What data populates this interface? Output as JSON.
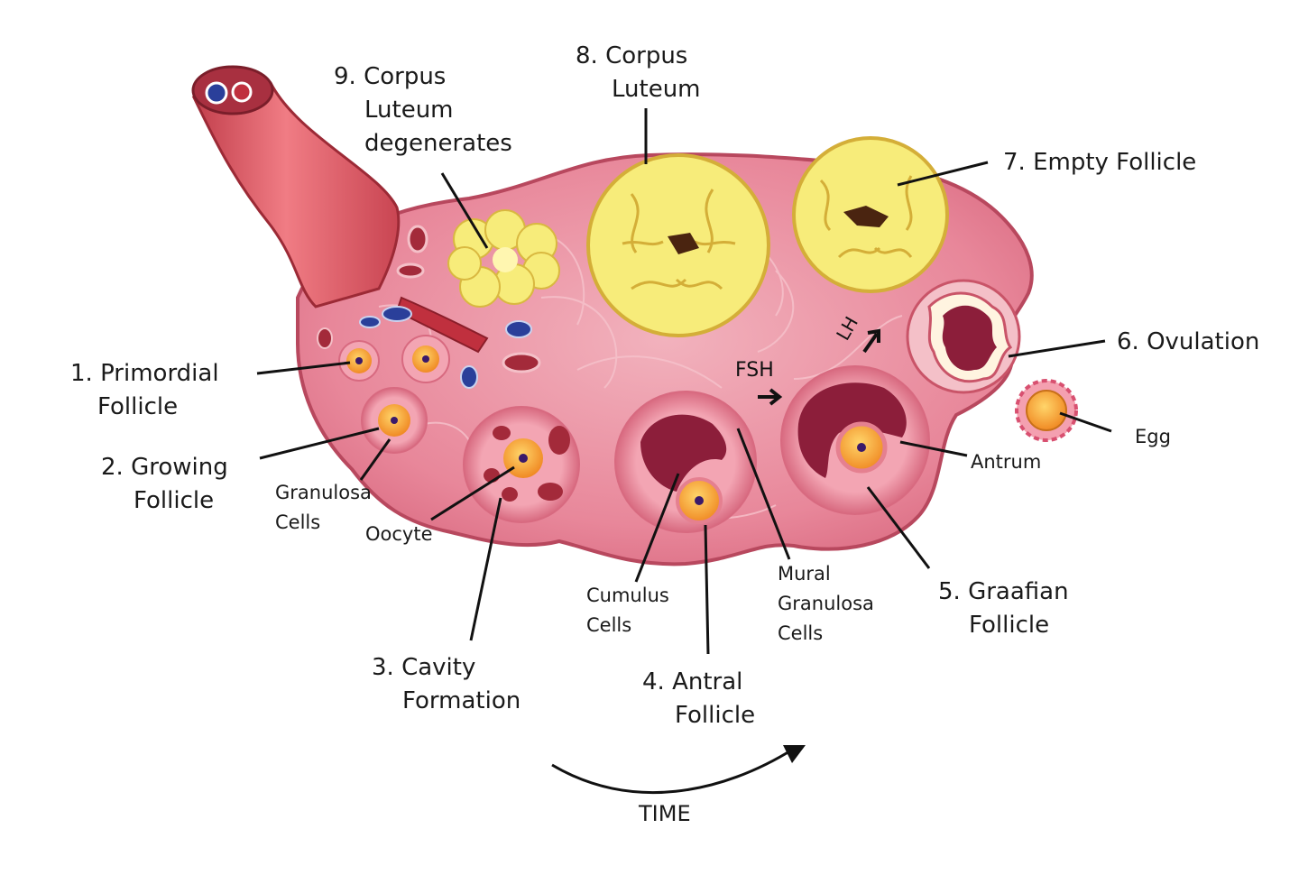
{
  "labels": {
    "primordial": [
      "1. Primordial",
      "Follicle"
    ],
    "growing": [
      "2. Growing",
      "Follicle"
    ],
    "cavity": [
      "3. Cavity",
      "Formation"
    ],
    "antral": [
      "4. Antral",
      "Follicle"
    ],
    "graafian": [
      "5. Graafian",
      "Follicle"
    ],
    "ovulation": "6. Ovulation",
    "empty": "7. Empty Follicle",
    "corpus_luteum": [
      "8. Corpus",
      "Luteum"
    ],
    "corpus_degenerates": [
      "9. Corpus",
      "Luteum",
      "degenerates"
    ],
    "granulosa": [
      "Granulosa",
      "Cells"
    ],
    "oocyte": "Oocyte",
    "cumulus": [
      "Cumulus",
      "Cells"
    ],
    "mural": [
      "Mural",
      "Granulosa",
      "Cells"
    ],
    "antrum": "Antrum",
    "egg": "Egg",
    "fsh": "FSH",
    "lh": "LH",
    "time": "TIME"
  },
  "colors": {
    "ovary_fill": "#e8879a",
    "ovary_edge": "#b8485e",
    "vessel": "#d9505a",
    "corpus_yellow": "#f7ec7a",
    "oocyte_orange": "#f3a83a",
    "antrum_dark": "#8c1e3a",
    "vein_blue": "#2a3f9a"
  }
}
